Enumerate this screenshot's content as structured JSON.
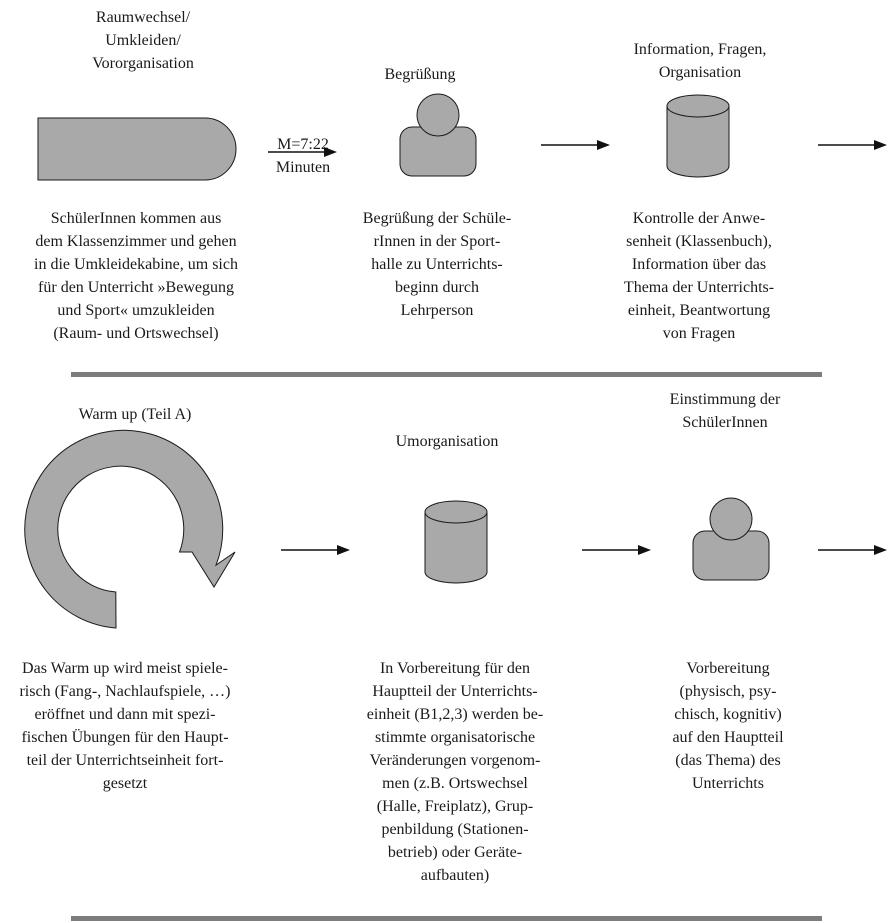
{
  "row1": {
    "step1": {
      "title": "Raumwechsel/\nUmkleiden/\nVororganisation",
      "description": "SchülerInnen kommen aus\ndem Klassenzimmer und gehen\nin die Umkleidekabine, um sich\nfür den Unterricht »Bewegung\nund Sport« umzukleiden\n(Raum- und Ortswechsel)",
      "icon": "rounded-bar-shape"
    },
    "arrow1": {
      "label_top": "M=7:22",
      "label_bottom": "Minuten"
    },
    "step2": {
      "title": "Begrüßung",
      "description": "Begrüßung der Schüle-\nrInnen in der Sport-\nhalle zu Unterrichts-\nbeginn durch\nLehrperson",
      "icon": "person-icon"
    },
    "step3": {
      "title": "Information, Fragen,\nOrganisation",
      "description": "Kontrolle der Anwe-\nsenheit (Klassenbuch),\nInformation über das\nThema der Unterrichts-\neinheit, Beantwortung\nvon Fragen",
      "icon": "cylinder-icon"
    }
  },
  "row2": {
    "step1": {
      "title": "Warm up (Teil A)",
      "description": "Das Warm up wird meist spiele-\nrisch (Fang-, Nachlaufspiele, …)\neröffnet und dann mit spezi-\nfischen Übungen für den Haupt-\nteil der Unterrichtseinheit fort-\ngesetzt",
      "icon": "circular-arrow-icon"
    },
    "step2": {
      "title": "Umorganisation",
      "description": "In Vorbereitung für den\nHauptteil der Unterrichts-\neinheit (B1,2,3) werden be-\nstimmte organisatorische\nVeränderungen vorgenom-\nmen (z.B. Ortswechsel\n(Halle, Freiplatz), Grup-\npenbildung (Stationen-\nbetrieb) oder Geräte-\naufbauten)",
      "icon": "cylinder-icon"
    },
    "step3": {
      "title": "Einstimmung der\nSchülerInnen",
      "description": "Vorbereitung\n(physisch, psy-\nchisch, kognitiv)\nauf den Hauptteil\n(das Thema) des\nUnterrichts",
      "icon": "person-icon"
    }
  },
  "colors": {
    "shape_fill": "#a9a9a9",
    "shape_stroke": "#1a1a1a",
    "divider": "#7d7d7d",
    "arrow": "#111111"
  }
}
